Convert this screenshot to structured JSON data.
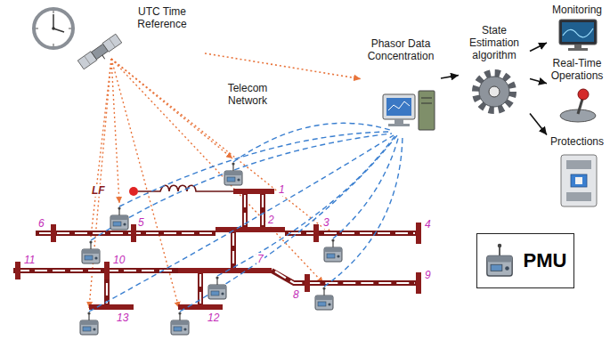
{
  "diagram": {
    "nodes": [
      {
        "text": [
          "UTC Time Reference"
        ]
      },
      {
        "text": [
          "Phasor Data Concentration"
        ]
      },
      {
        "text": [
          "State Estimation algorithm"
        ]
      },
      {
        "text": [
          "Monitoring"
        ]
      },
      {
        "text": [
          "Real-Time Operations"
        ]
      },
      {
        "text": [
          "Protections"
        ]
      }
    ],
    "edges": [
      {
        "from": 0,
        "to": 1,
        "arrow": "to"
      },
      {
        "from": 1,
        "to": 2,
        "arrow": "to"
      },
      {
        "from": 2,
        "to": 3,
        "arrow": "to"
      },
      {
        "from": 2,
        "to": 4,
        "arrow": "to"
      },
      {
        "from": 2,
        "to": 5,
        "arrow": "to"
      }
    ],
    "labels": [
      "Telecom Network",
      "LF",
      "1",
      "6",
      "2",
      "5",
      "3",
      "4",
      "7",
      "11",
      "10",
      "8",
      "9",
      "13",
      "12"
    ],
    "legend": [
      {
        "text": "PMU"
      }
    ]
  }
}
